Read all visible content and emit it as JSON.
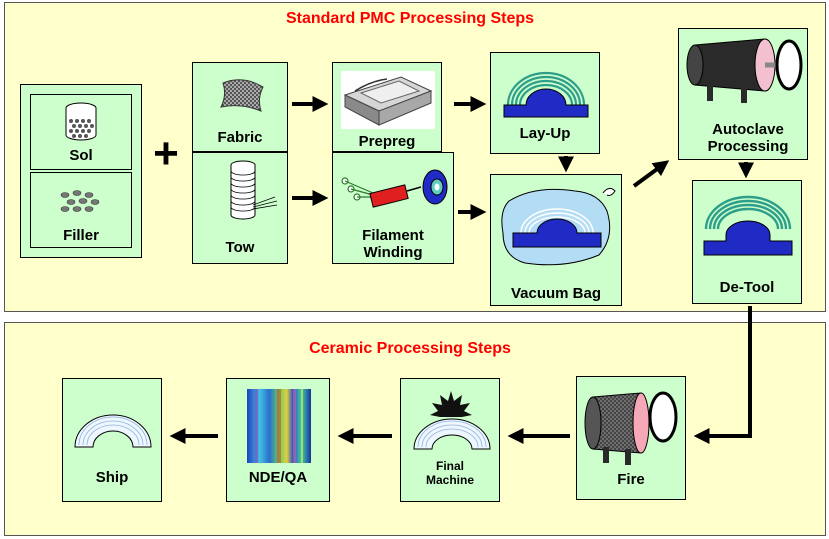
{
  "top_section": {
    "title": "Standard PMC Processing Steps",
    "steps": {
      "sol": "Sol",
      "filler": "Filler",
      "fabric": "Fabric",
      "tow": "Tow",
      "prepreg": "Prepreg",
      "filament_winding": "Filament Winding",
      "lay_up": "Lay-Up",
      "vacuum_bag": "Vacuum Bag",
      "autoclave": "Autoclave Processing",
      "de_tool": "De-Tool"
    },
    "plus_sign": "+"
  },
  "bottom_section": {
    "title": "Ceramic Processing Steps",
    "steps": {
      "fire": "Fire",
      "final_machine": "Final Machine",
      "nde_qa": "NDE/QA",
      "ship": "Ship"
    }
  },
  "colors": {
    "panel_fill": "#ffffcc",
    "box_fill": "#ccffcc",
    "heading": "#ff0000",
    "tool_blue": "#1f2bc4",
    "ply_green": "#2e9e8a",
    "vacuum_bag": "#b3dcf5"
  }
}
